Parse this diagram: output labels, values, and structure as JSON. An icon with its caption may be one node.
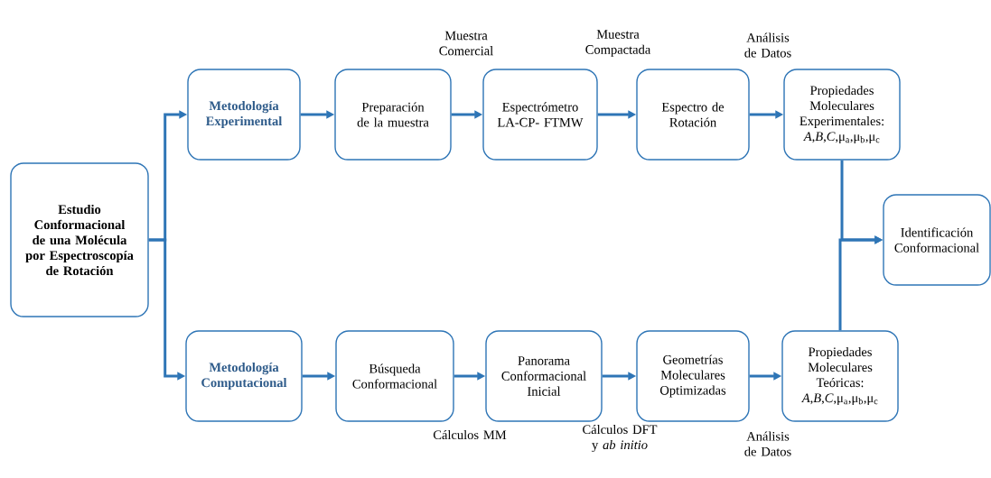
{
  "diagram": {
    "nodes": [
      {
        "text": [
          "Estudio Conformacional de una Molécula por Espectroscopía de Rotación"
        ]
      },
      {
        "text": [
          "Metodología Experimental"
        ]
      },
      {
        "text": [
          "Preparación de la muestra"
        ]
      },
      {
        "text": [
          "Espectrómetro LA-CP- FTMW"
        ]
      },
      {
        "text": [
          "Espectro de Rotación"
        ]
      },
      {
        "text": [
          "Propiedades Moleculares Experimentales:",
          "*A*,*B*,*C*,μ$_{a}$,μ$_{b}$,μ$_{c}$"
        ]
      },
      {
        "text": [
          "Identificación Conformacional"
        ]
      },
      {
        "text": [
          "Metodología Computacional"
        ]
      },
      {
        "text": [
          "Búsqueda Conformacional"
        ]
      },
      {
        "text": [
          "Panorama Conformacional Inicial"
        ]
      },
      {
        "text": [
          "Geometrías Moleculares Optimizadas"
        ]
      },
      {
        "text": [
          "Propiedades Moleculares Teóricas:",
          "*A*,*B*,*C*,μ$_{a}$,μ$_{b}$,μ$_{c}$"
        ]
      }
    ],
    "edges": [
      {
        "from": 0,
        "to": 1,
        "arrow": "to"
      },
      {
        "from": 0,
        "to": 7,
        "arrow": "to"
      },
      {
        "from": 1,
        "to": 2,
        "arrow": "to"
      },
      {
        "from": 2,
        "to": 3,
        "arrow": "to",
        "label": "Muestra Comercial"
      },
      {
        "from": 3,
        "to": 4,
        "arrow": "to",
        "label": "Muestra Compactada"
      },
      {
        "from": 4,
        "to": 5,
        "arrow": "to",
        "label": "Análisis de Datos"
      },
      {
        "from": 7,
        "to": 8,
        "arrow": "to"
      },
      {
        "from": 8,
        "to": 9,
        "arrow": "to",
        "label": "Cálculos MM"
      },
      {
        "from": 9,
        "to": 10,
        "arrow": "to",
        "label": "Cálculos DFT y *ab initio*"
      },
      {
        "from": 10,
        "to": 11,
        "arrow": "to",
        "label": "Análisis de Datos"
      },
      {
        "from": 5,
        "to": 6,
        "arrow": "to"
      },
      {
        "from": 11,
        "to": 6,
        "arrow": "to"
      }
    ]
  }
}
